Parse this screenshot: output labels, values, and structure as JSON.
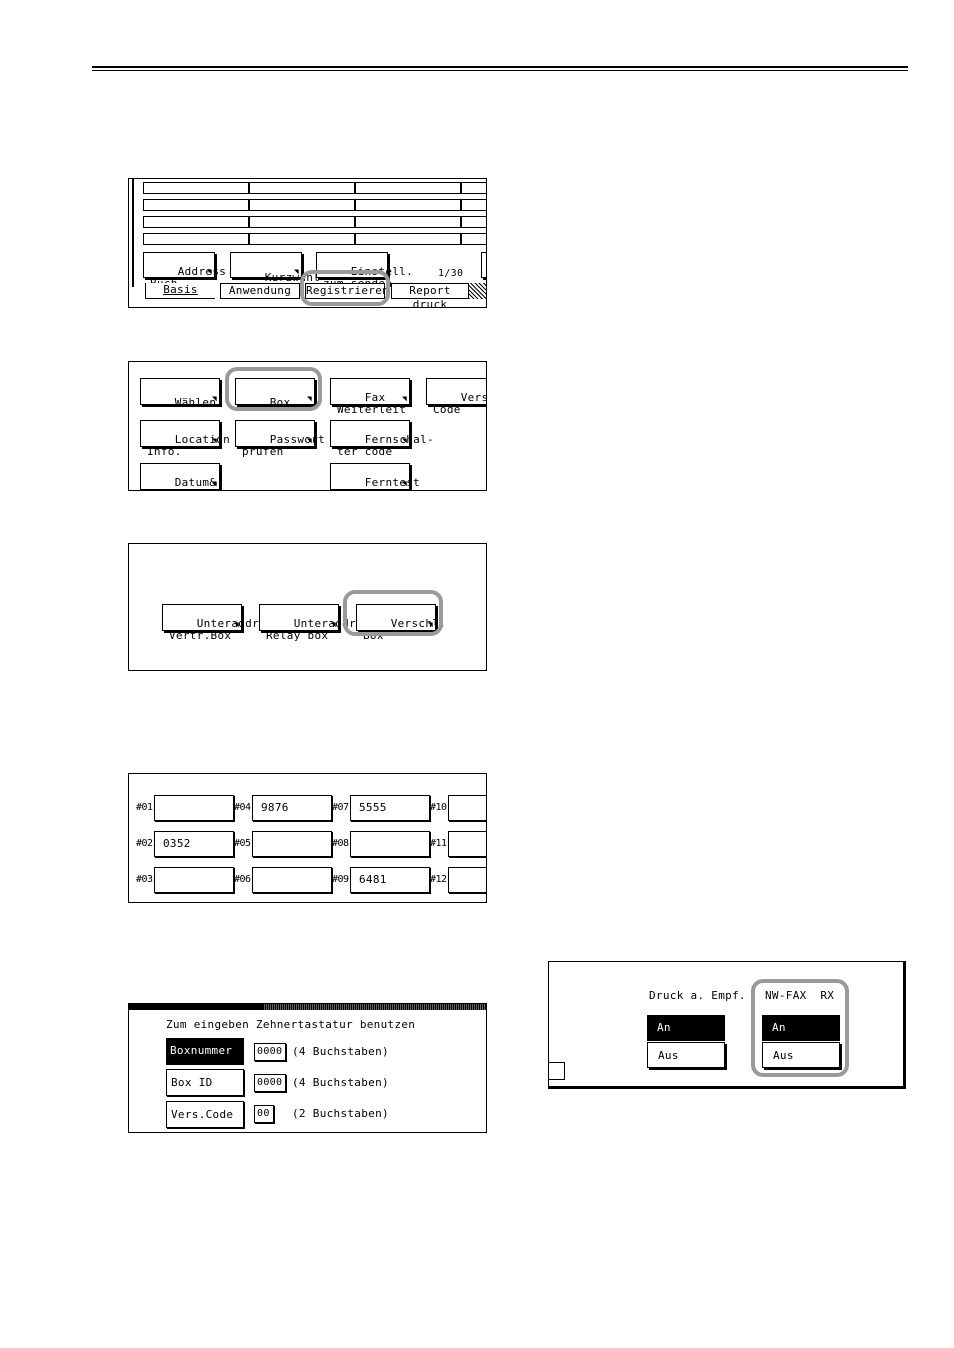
{
  "address_screen": {
    "buttons": {
      "address_book": "Address\nBuch",
      "speed_dial": "Kurzwahl",
      "settings": "Einstell.\nzum senden"
    },
    "page_counter": "1/30",
    "tabs": [
      "Basis",
      "Anwendung",
      "Registrieren",
      "Report druck"
    ]
  },
  "register_menu": {
    "buttons": [
      "Wählen",
      "Box",
      "Fax\nWeiterleit",
      "Verschl.\nCode",
      "Location\nInfo.",
      "Passwort\nprüfen",
      "Fernschal-\nter code",
      "Datum&\nUhrzeit",
      "Ferntest\nID"
    ]
  },
  "box_menu": {
    "buttons": [
      "Unteraddr.\nVertr.Box",
      "Unteraddr.\nRelay box",
      "Verschl.\nBox"
    ]
  },
  "box_list": {
    "slots": [
      {
        "label": "#01",
        "value": ""
      },
      {
        "label": "#04",
        "value": "9876"
      },
      {
        "label": "#07",
        "value": "5555"
      },
      {
        "label": "#10",
        "value": ""
      },
      {
        "label": "#02",
        "value": "0352"
      },
      {
        "label": "#05",
        "value": ""
      },
      {
        "label": "#08",
        "value": ""
      },
      {
        "label": "#11",
        "value": ""
      },
      {
        "label": "#03",
        "value": ""
      },
      {
        "label": "#06",
        "value": ""
      },
      {
        "label": "#09",
        "value": "6481"
      },
      {
        "label": "#12",
        "value": ""
      }
    ]
  },
  "box_entry": {
    "instruction": "Zum eingeben Zehnertastatur benutzen",
    "rows": [
      {
        "label": "Boxnummer",
        "value": "0000",
        "hint": "(4 Buchstaben)"
      },
      {
        "label": "Box ID",
        "value": "0000",
        "hint": "(4 Buchstaben)"
      },
      {
        "label": "Vers.Code",
        "value": "00",
        "hint": "(2 Buchstaben)"
      }
    ]
  },
  "print_setting": {
    "col1_title": "Druck a. Empf.",
    "col2_title": "NW-FAX  RX",
    "on_label": "An",
    "off_label": "Aus"
  },
  "colors": {
    "highlight": "#9a9a9a",
    "ink": "#000000"
  }
}
